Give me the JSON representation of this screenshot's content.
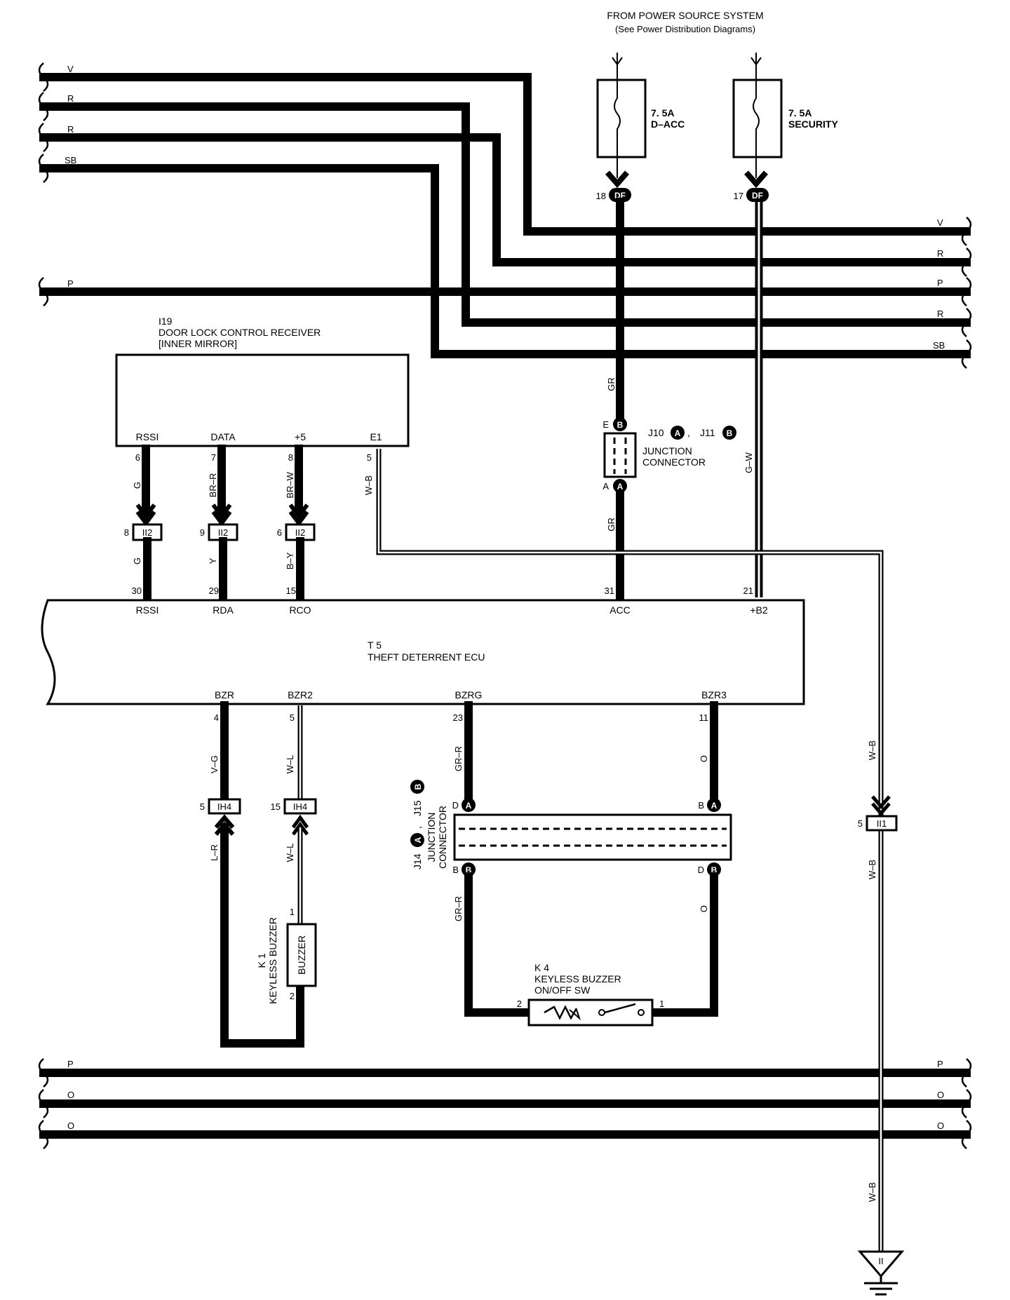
{
  "header": {
    "line1": "FROM POWER SOURCE SYSTEM",
    "line2": "(See Power Distribution Diagrams)"
  },
  "fuses": [
    {
      "rating": "7. 5A",
      "name": "D–ACC",
      "pin": "18",
      "connector": "DF"
    },
    {
      "rating": "7. 5A",
      "name": "SECURITY",
      "pin": "17",
      "connector": "DF"
    }
  ],
  "bus_top_left": [
    "V",
    "R",
    "R",
    "SB",
    "P"
  ],
  "bus_top_right": [
    "V",
    "R",
    "P",
    "R",
    "SB"
  ],
  "bus_bottom": [
    "P",
    "O",
    "O"
  ],
  "receiver": {
    "id": "I19",
    "name": "DOOR LOCK CONTROL RECEIVER",
    "sub": "[INNER MIRROR]",
    "terminals": [
      {
        "name": "RSSI",
        "pin": "6",
        "wire": "G"
      },
      {
        "name": "DATA",
        "pin": "7",
        "wire": "BR–R"
      },
      {
        "name": "+5",
        "pin": "8",
        "wire": "BR–W"
      },
      {
        "name": "E1",
        "pin": "5",
        "wire": "W–B"
      }
    ]
  },
  "ii2": [
    {
      "pin": "8",
      "label": "II2",
      "wire": "G"
    },
    {
      "pin": "9",
      "label": "II2",
      "wire": "Y"
    },
    {
      "pin": "6",
      "label": "II2",
      "wire": "B–Y"
    }
  ],
  "junction1": {
    "ids": [
      "J10",
      "J11"
    ],
    "circ": [
      "A",
      "B"
    ],
    "name1": "JUNCTION",
    "name2": "CONNECTOR",
    "pin_e": "E",
    "pin_a": "A",
    "circ_top": "B",
    "circ_bottom": "A",
    "wire_top": "GR",
    "wire_bottom": "GR"
  },
  "wire_gw": "G–W",
  "wire_wb": [
    "W–B",
    "W–B",
    "W–B"
  ],
  "ii1": {
    "pin": "5",
    "label": "II1"
  },
  "ecu": {
    "id": "T 5",
    "name": "THEFT DETERRENT ECU",
    "top_terminals": [
      {
        "name": "RSSI",
        "pin": "30"
      },
      {
        "name": "RDA",
        "pin": "29"
      },
      {
        "name": "RCO",
        "pin": "15"
      },
      {
        "name": "ACC",
        "pin": "31"
      },
      {
        "name": "+B2",
        "pin": "21"
      }
    ],
    "bottom_terminals": [
      {
        "name": "BZR",
        "pin": "4"
      },
      {
        "name": "BZR2",
        "pin": "5"
      },
      {
        "name": "BZRG",
        "pin": "23"
      },
      {
        "name": "BZR3",
        "pin": "11"
      }
    ]
  },
  "ih4": [
    {
      "pin": "5",
      "label": "IH4",
      "wire_top": "V–G",
      "wire_bottom": "L–R"
    },
    {
      "pin": "15",
      "label": "IH4",
      "wire_top": "W–L",
      "wire_bottom": "W–L"
    }
  ],
  "buzzer": {
    "id": "K 1",
    "name": "KEYLESS BUZZER",
    "inner": "BUZZER",
    "pin_top": "1",
    "pin_bottom": "2"
  },
  "junction2": {
    "ids": [
      "J14",
      "J15"
    ],
    "circ": [
      "A",
      "B"
    ],
    "name1": "JUNCTION",
    "name2": "CONNECTOR",
    "pins_top": [
      "D",
      "B"
    ],
    "pins_bottom": [
      "B",
      "D"
    ],
    "circ_top": "A",
    "circ_bottom": "B",
    "wire_left_top": "GR–R",
    "wire_left_bottom": "GR–R",
    "wire_right_top": "O",
    "wire_right_bottom": "O"
  },
  "sw": {
    "id": "K 4",
    "name1": "KEYLESS BUZZER",
    "name2": "ON/OFF SW",
    "pin_left": "2",
    "pin_right": "1"
  },
  "ground": {
    "label": "II"
  }
}
